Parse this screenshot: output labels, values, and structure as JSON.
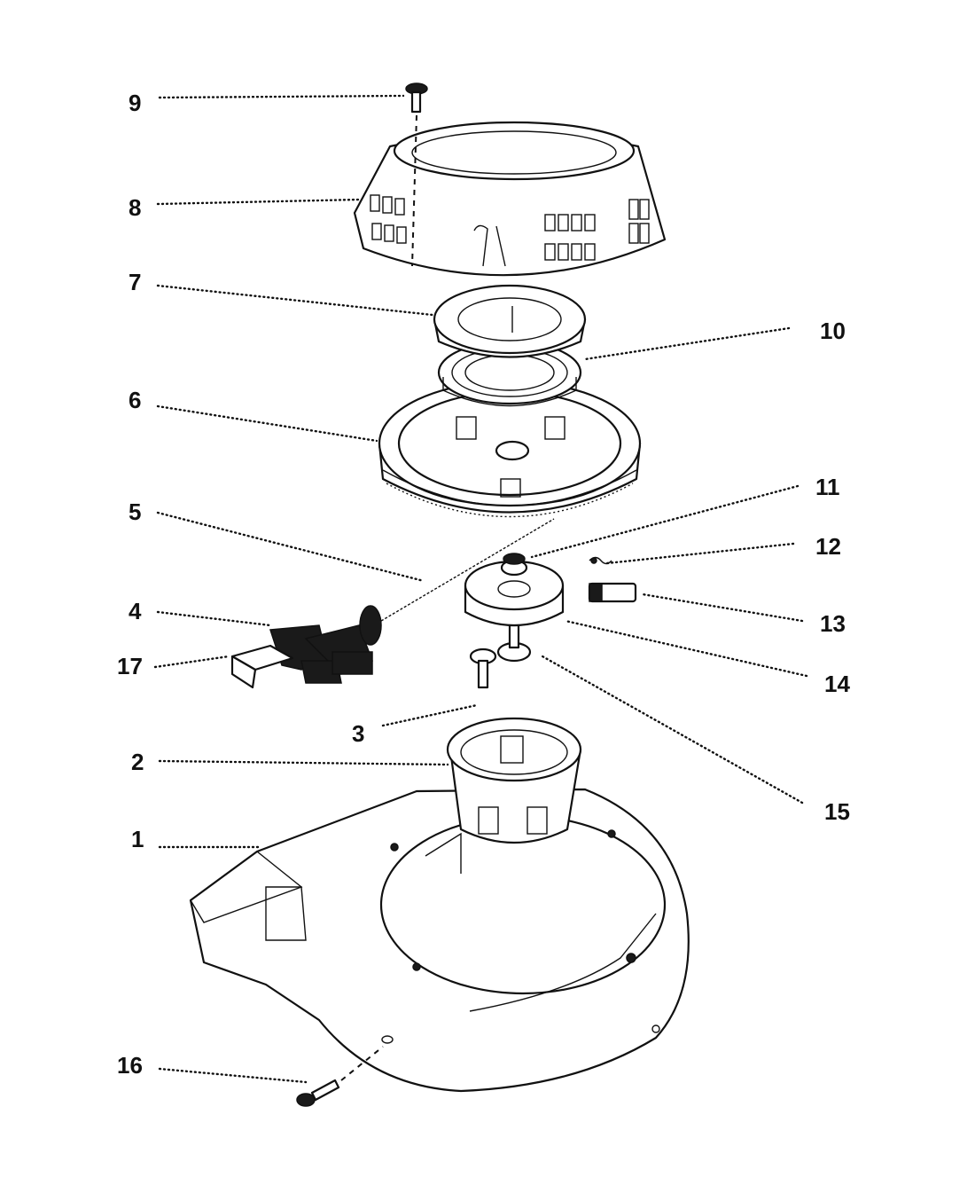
{
  "callouts": [
    {
      "id": "9",
      "text": "9"
    },
    {
      "id": "8",
      "text": "8"
    },
    {
      "id": "7",
      "text": "7"
    },
    {
      "id": "10",
      "text": "10"
    },
    {
      "id": "6",
      "text": "6"
    },
    {
      "id": "11",
      "text": "11"
    },
    {
      "id": "5",
      "text": "5"
    },
    {
      "id": "12",
      "text": "12"
    },
    {
      "id": "4",
      "text": "4"
    },
    {
      "id": "13",
      "text": "13"
    },
    {
      "id": "17",
      "text": "17"
    },
    {
      "id": "14",
      "text": "14"
    },
    {
      "id": "3",
      "text": "3"
    },
    {
      "id": "2",
      "text": "2"
    },
    {
      "id": "15",
      "text": "15"
    },
    {
      "id": "1",
      "text": "1"
    },
    {
      "id": "16",
      "text": "16"
    }
  ]
}
